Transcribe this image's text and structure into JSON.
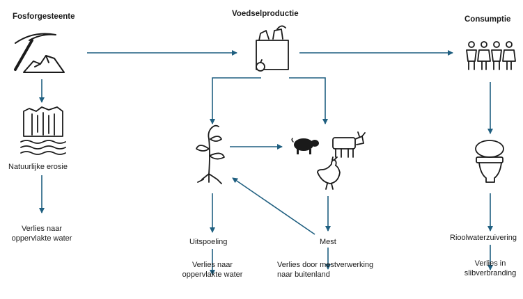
{
  "columns": {
    "mining": "Fosforgesteente",
    "food": "Voedselproductie",
    "consumption": "Consumptie"
  },
  "nodes": {
    "erosion": "Natuurlijke erosie",
    "loss_surface_1a": "Verlies naar",
    "loss_surface_1b": "oppervlakte water",
    "leaching": "Uitspoeling",
    "loss_surface_2a": "Verlies naar",
    "loss_surface_2b": "oppervlakte water",
    "manure": "Mest",
    "loss_manure_a": "Verlies door mestverwerking",
    "loss_manure_b": "naar buitenland",
    "sewage": "Rioolwaterzuivering",
    "loss_sludge_a": "Verlies in",
    "loss_sludge_b": "slibverbranding"
  },
  "colors": {
    "arrow": "#1f5f80",
    "icon": "#1a1a1a"
  },
  "icons": [
    "pickaxe-rock-icon",
    "waterfall-icon",
    "grocery-bag-icon",
    "plant-icon",
    "pig-icon",
    "cow-icon",
    "chicken-icon",
    "people-icon",
    "toilet-icon"
  ]
}
